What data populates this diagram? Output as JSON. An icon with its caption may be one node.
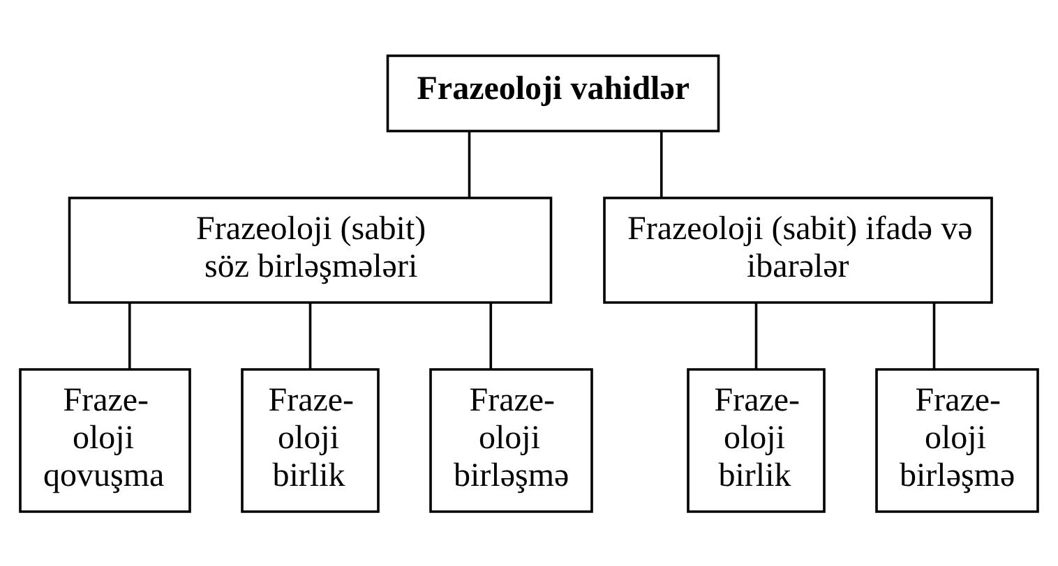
{
  "diagram": {
    "nodes": [
      {
        "text": [
          "Frazeoloji vahidlər"
        ]
      },
      {
        "text": [
          "Frazeoloji (sabit) söz birləşmələri"
        ]
      },
      {
        "text": [
          "Frazeoloji (sabit) ifadə və ibarələr"
        ]
      },
      {
        "text": [
          "Fraze- oloji qovuşma"
        ]
      },
      {
        "text": [
          "Fraze- oloji birlik"
        ]
      },
      {
        "text": [
          "Fraze- oloji birləşmə"
        ]
      },
      {
        "text": [
          "Fraze- oloji birlik"
        ]
      },
      {
        "text": [
          "Fraze- oloji birləşmə"
        ]
      }
    ],
    "edges": [
      {
        "from": 0,
        "to": 1,
        "arrow": "none"
      },
      {
        "from": 0,
        "to": 2,
        "arrow": "none"
      },
      {
        "from": 1,
        "to": 3,
        "arrow": "none"
      },
      {
        "from": 1,
        "to": 4,
        "arrow": "none"
      },
      {
        "from": 1,
        "to": 5,
        "arrow": "none"
      },
      {
        "from": 2,
        "to": 6,
        "arrow": "none"
      },
      {
        "from": 2,
        "to": 7,
        "arrow": "none"
      }
    ]
  }
}
